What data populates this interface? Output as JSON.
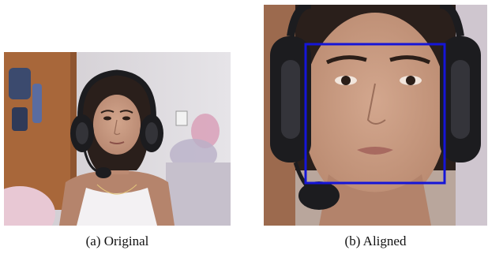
{
  "figure": {
    "panels": [
      {
        "id": "a",
        "caption": "(a) Original"
      },
      {
        "id": "b",
        "caption": "(b) Aligned"
      }
    ],
    "colors": {
      "bounding_box": "#1515d8",
      "skin": "#c89e86",
      "hair": "#2a1f1b",
      "headset": "#1c1c1f",
      "door": "#a8673a",
      "wall": "#d9d6d9"
    }
  }
}
